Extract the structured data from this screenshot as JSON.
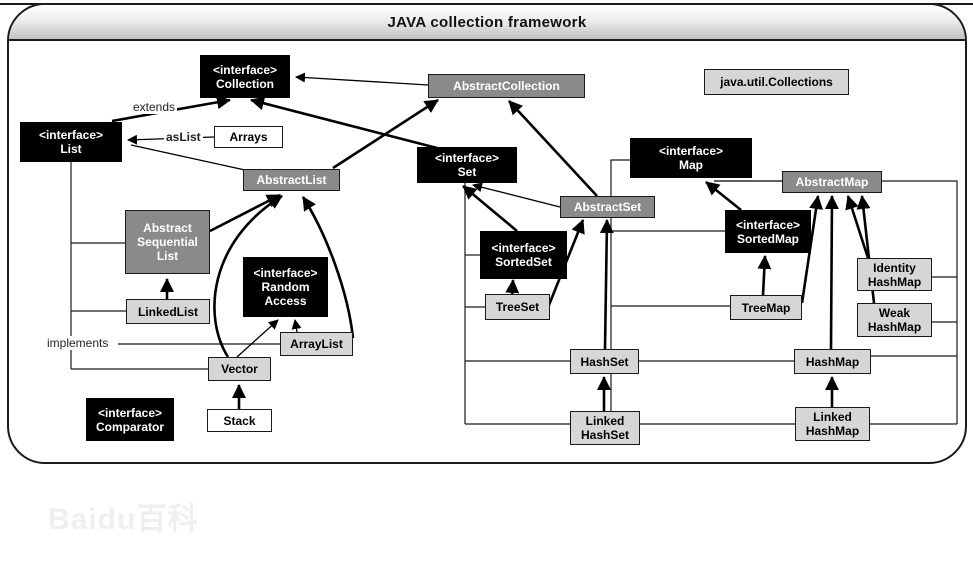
{
  "title": "JAVA collection framework",
  "watermark": "Baidu百科",
  "edge_labels": {
    "extends": "extends",
    "as_list": "asList",
    "implements": "implements"
  },
  "colors": {
    "interface_bg": "#000000",
    "interface_text": "#ffffff",
    "abstract_bg": "#8a8a8a",
    "abstract_text": "#ffffff",
    "concrete_bg": "#d6d6d6",
    "concrete_text": "#000000",
    "plain_bg": "#ffffff",
    "line": "#1a1a1a",
    "band_top": "#ffffff",
    "band_bottom": "#c0c0c0"
  },
  "nodes": {
    "collection": "<interface>\nCollection",
    "abstract_collection": "AbstractCollection",
    "collections_util": "java.util.Collections",
    "list": "<interface>\nList",
    "arrays": "Arrays",
    "abstract_list": "AbstractList",
    "set": "<interface>\nSet",
    "map": "<interface>\nMap",
    "abstract_map": "AbstractMap",
    "abstract_set": "AbstractSet",
    "sorted_set": "<interface>\nSortedSet",
    "sorted_map": "<interface>\nSortedMap",
    "abstract_sequential_list": "Abstract\nSequential\nList",
    "random_access": "<interface>\nRandom\nAccess",
    "linked_list": "LinkedList",
    "array_list": "ArrayList",
    "vector": "Vector",
    "comparator": "<interface>\nComparator",
    "stack": "Stack",
    "tree_set": "TreeSet",
    "hash_set": "HashSet",
    "linked_hash_set": "Linked\nHashSet",
    "tree_map": "TreeMap",
    "identity_hash_map": "Identity\nHashMap",
    "weak_hash_map": "Weak\nHashMap",
    "hash_map": "HashMap",
    "linked_hash_map": "Linked\nHashMap"
  }
}
